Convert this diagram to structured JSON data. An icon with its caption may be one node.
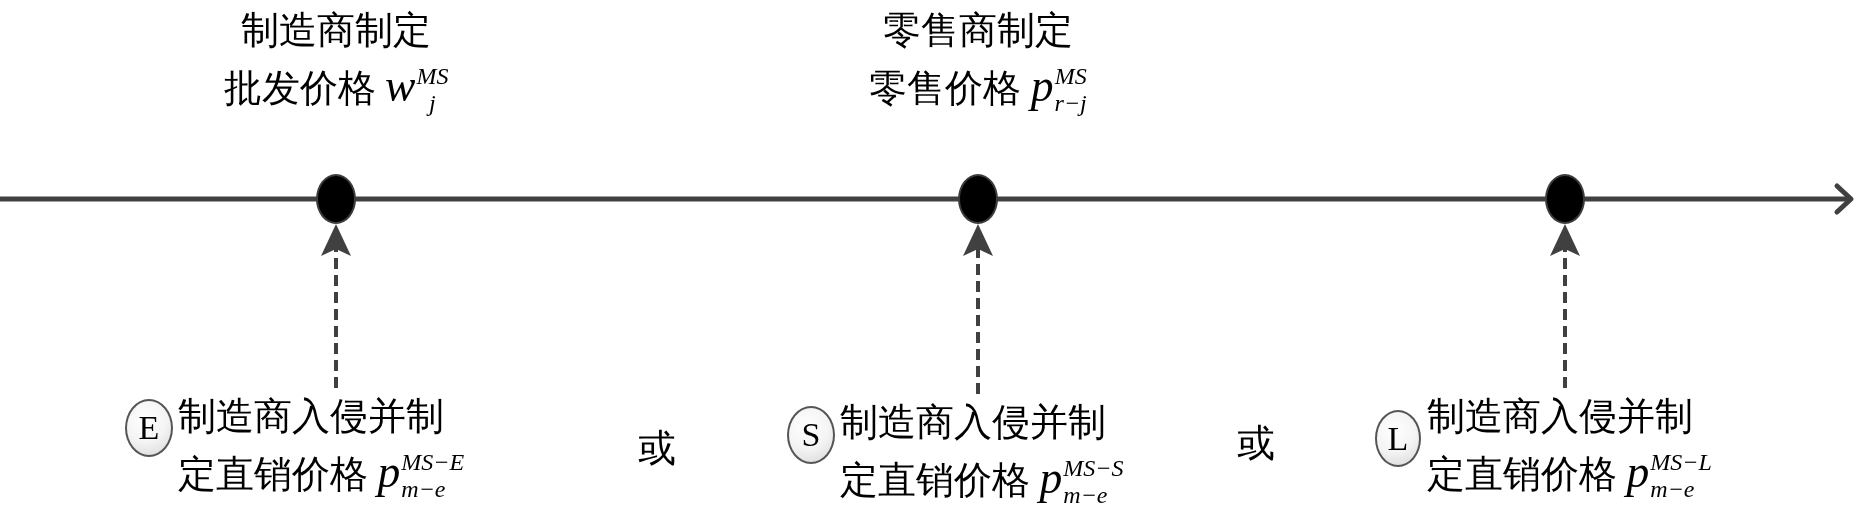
{
  "diagram": {
    "nodes": [
      {
        "text": [],
        "shape": "circle",
        "beside": [
          "制造商制定批发价格 *w*$^{MS}$$_{j}$"
        ]
      },
      {
        "text": [],
        "shape": "circle",
        "beside": [
          "零售商制定零售价格 *p*$^{MS}$$_{r−j}$"
        ]
      },
      {
        "text": [],
        "shape": "circle"
      },
      {
        "text": [
          "E"
        ]
      },
      {
        "text": [
          "制造商入侵并制定直销价格 *p*$^{MS−E}$$_{m−e}$"
        ]
      },
      {
        "text": [
          "S"
        ]
      },
      {
        "text": [
          "制造商入侵并制定直销价格 *p*$^{MS−S}$$_{m−e}$"
        ]
      },
      {
        "text": [
          "L"
        ]
      },
      {
        "text": [
          "制造商入侵并制定直销价格 *p*$^{MS−L}$$_{m−e}$"
        ]
      }
    ],
    "edges": [
      {
        "from": 4,
        "to": 0,
        "arrow": "to",
        "style": "dashed"
      },
      {
        "from": 6,
        "to": 1,
        "arrow": "to",
        "style": "dashed"
      },
      {
        "from": 8,
        "to": 2,
        "arrow": "to",
        "style": "dashed"
      }
    ],
    "labels": [
      "或",
      "或"
    ]
  }
}
